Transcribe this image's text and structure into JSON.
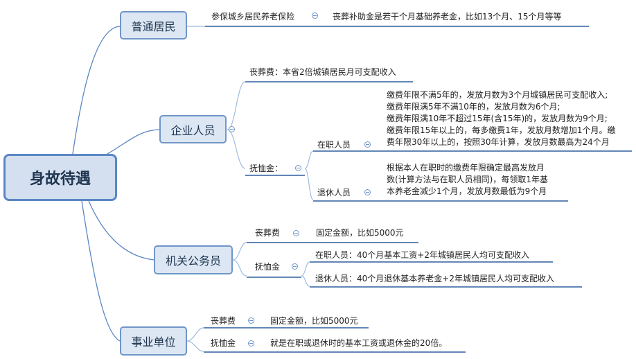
{
  "root": {
    "label": "身故待遇"
  },
  "branches": {
    "resident": {
      "label": "普通居民",
      "item": "参保城乡居民养老保险",
      "detail": "丧葬补助金是若干个月基础养老金，比如13个月、15个月等等"
    },
    "enterprise": {
      "label": "企业人员",
      "funeral": "丧葬费：本省2倍城镇居民月可支配收入",
      "pension_label": "抚恤金：",
      "employed_label": "在职人员",
      "employed_lines": [
        "缴费年限不满5年的，发放月数为3个月城镇居民可支配收入;",
        "缴费年限满5年不满10年的，发放月数为6个月;",
        "缴费年限满10年不超过15年(含15年)的，发放月数为9个月;",
        "缴费年限15年以上的，每多缴费1年，发放月数增加1个月。缴",
        "费年限30年以上的，按照30年计算，发放月数最高为24个月"
      ],
      "retired_label": "退休人员",
      "retired_lines": [
        "根据本人在职时的缴费年限确定最高发放月",
        "数(计算方法与在职人员相同)，每领取1年基",
        "本养老金减少1个月，发放月数最低为9个月"
      ]
    },
    "civil": {
      "label": "机关公务员",
      "funeral_label": "丧葬费",
      "funeral_detail": "固定金额，比如5000元",
      "pension_label": "抚恤金",
      "employed": "在职人员：40个月基本工资+2年城镇居民人均可支配收入",
      "retired": "退休人员：40个月退休基本养老金+2年城镇居民人均可支配收入"
    },
    "institution": {
      "label": "事业单位",
      "funeral_label": "丧葬费",
      "funeral_detail": "固定金额，比如5000元",
      "pension_label": "抚恤金",
      "pension_detail": "就是在职或退休时的基本工资或退休金的20倍。"
    }
  }
}
